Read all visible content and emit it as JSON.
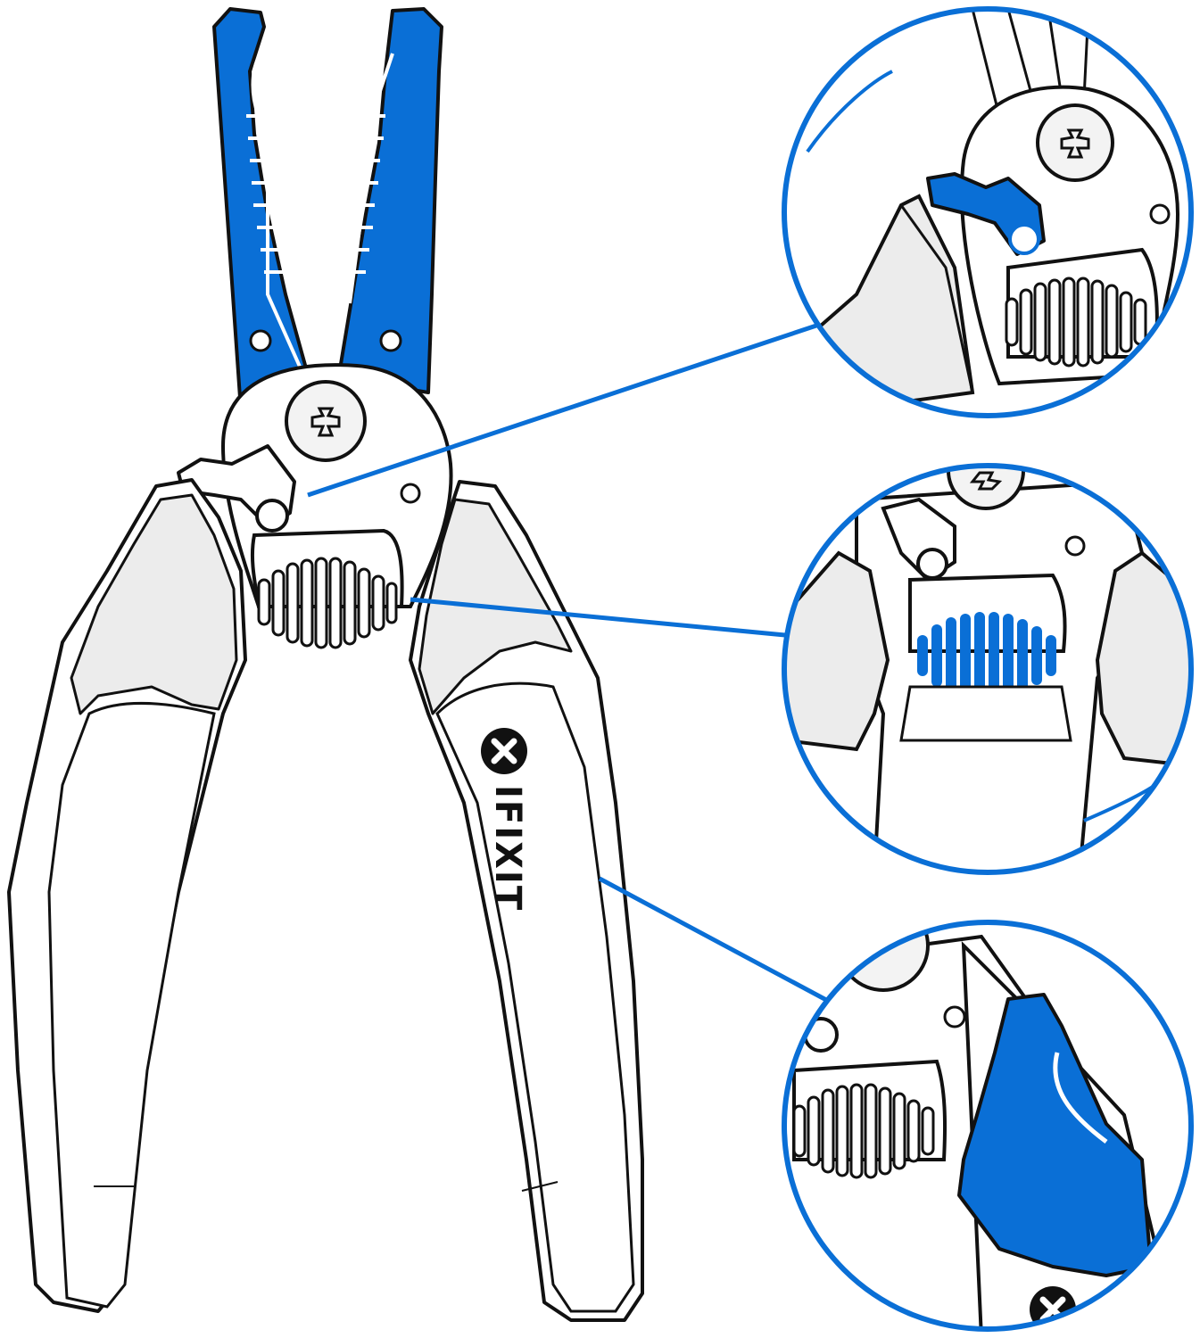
{
  "brand": {
    "wordmark": "IFIXIT",
    "logo_icon": "screw-cross-logo-icon"
  },
  "colors": {
    "accent": "#0a6fd6",
    "outline": "#111111",
    "body_fill": "#ffffff",
    "grip_fill": "#ececec",
    "background": "#ffffff"
  },
  "callouts": [
    {
      "name": "spring-lock-detail",
      "icon": "locking-latch-icon"
    },
    {
      "name": "spring-detail",
      "icon": "spring-coil-icon"
    },
    {
      "name": "handle-grip-detail",
      "icon": "handle-grip-icon"
    }
  ]
}
